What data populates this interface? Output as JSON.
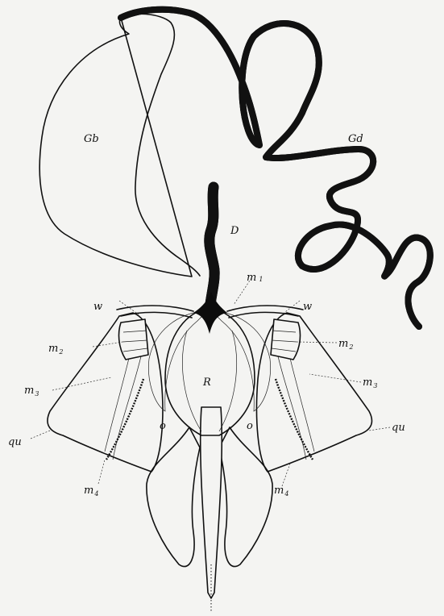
{
  "labels": {
    "gb": "Gb",
    "gd": "Gd",
    "d": "D",
    "r": "R",
    "w_left": "w",
    "w_right": "w",
    "m1": "m",
    "m1_sub": "1",
    "m2_left": "m",
    "m2_left_sub": "2",
    "m2_right": "m",
    "m2_right_sub": "2",
    "m3_left": "m",
    "m3_left_sub": "3",
    "m3_right": "m",
    "m3_right_sub": "3",
    "qu_left": "qu",
    "qu_right": "qu",
    "o_left": "o",
    "o_right": "o",
    "m4_left": "m",
    "m4_left_sub": "4",
    "m4_right": "m",
    "m4_right_sub": "4"
  }
}
